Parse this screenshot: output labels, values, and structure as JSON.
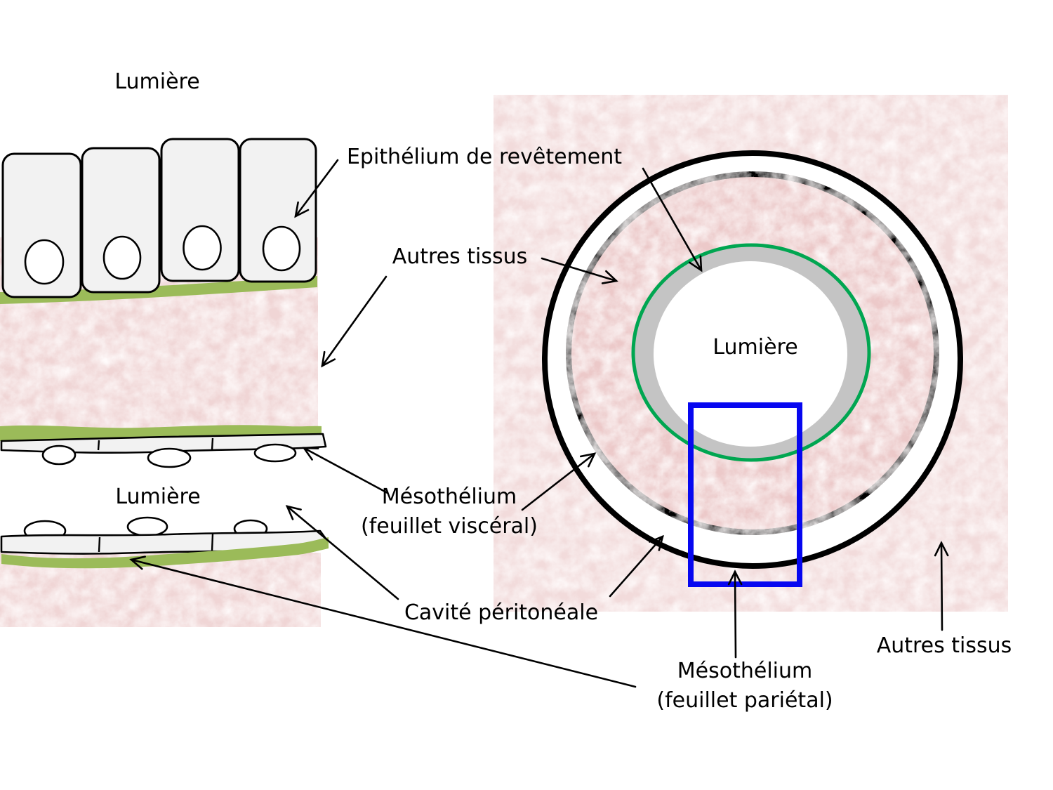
{
  "diagram": {
    "left": {
      "lumen_top": "Lumière",
      "lumen_cavity": "Lumière"
    },
    "right": {
      "lumen": "Lumière"
    },
    "labels": {
      "epithelium": "Epithélium de revêtement",
      "other_tissues_left": "Autres tissus",
      "mesothelium_visceral": {
        "line1": "Mésothélium",
        "line2": "(feuillet viscéral)"
      },
      "peritoneal_cavity": "Cavité péritonéale",
      "mesothelium_parietal": {
        "line1": "Mésothélium",
        "line2": "(feuillet pariétal)"
      },
      "other_tissues_right": "Autres tissus"
    }
  },
  "colors": {
    "pink_square": "#f2dbdb",
    "pink_tissue": "#ecc9c9",
    "pink_left": "#f0d5d5",
    "green_membrane": "#9bbb59",
    "green_circle": "#00a651",
    "gray_ring": "#c4c4c4",
    "blue_box": "#0707f0",
    "cell_fill": "#f2f2f2",
    "outline": "#000000"
  }
}
